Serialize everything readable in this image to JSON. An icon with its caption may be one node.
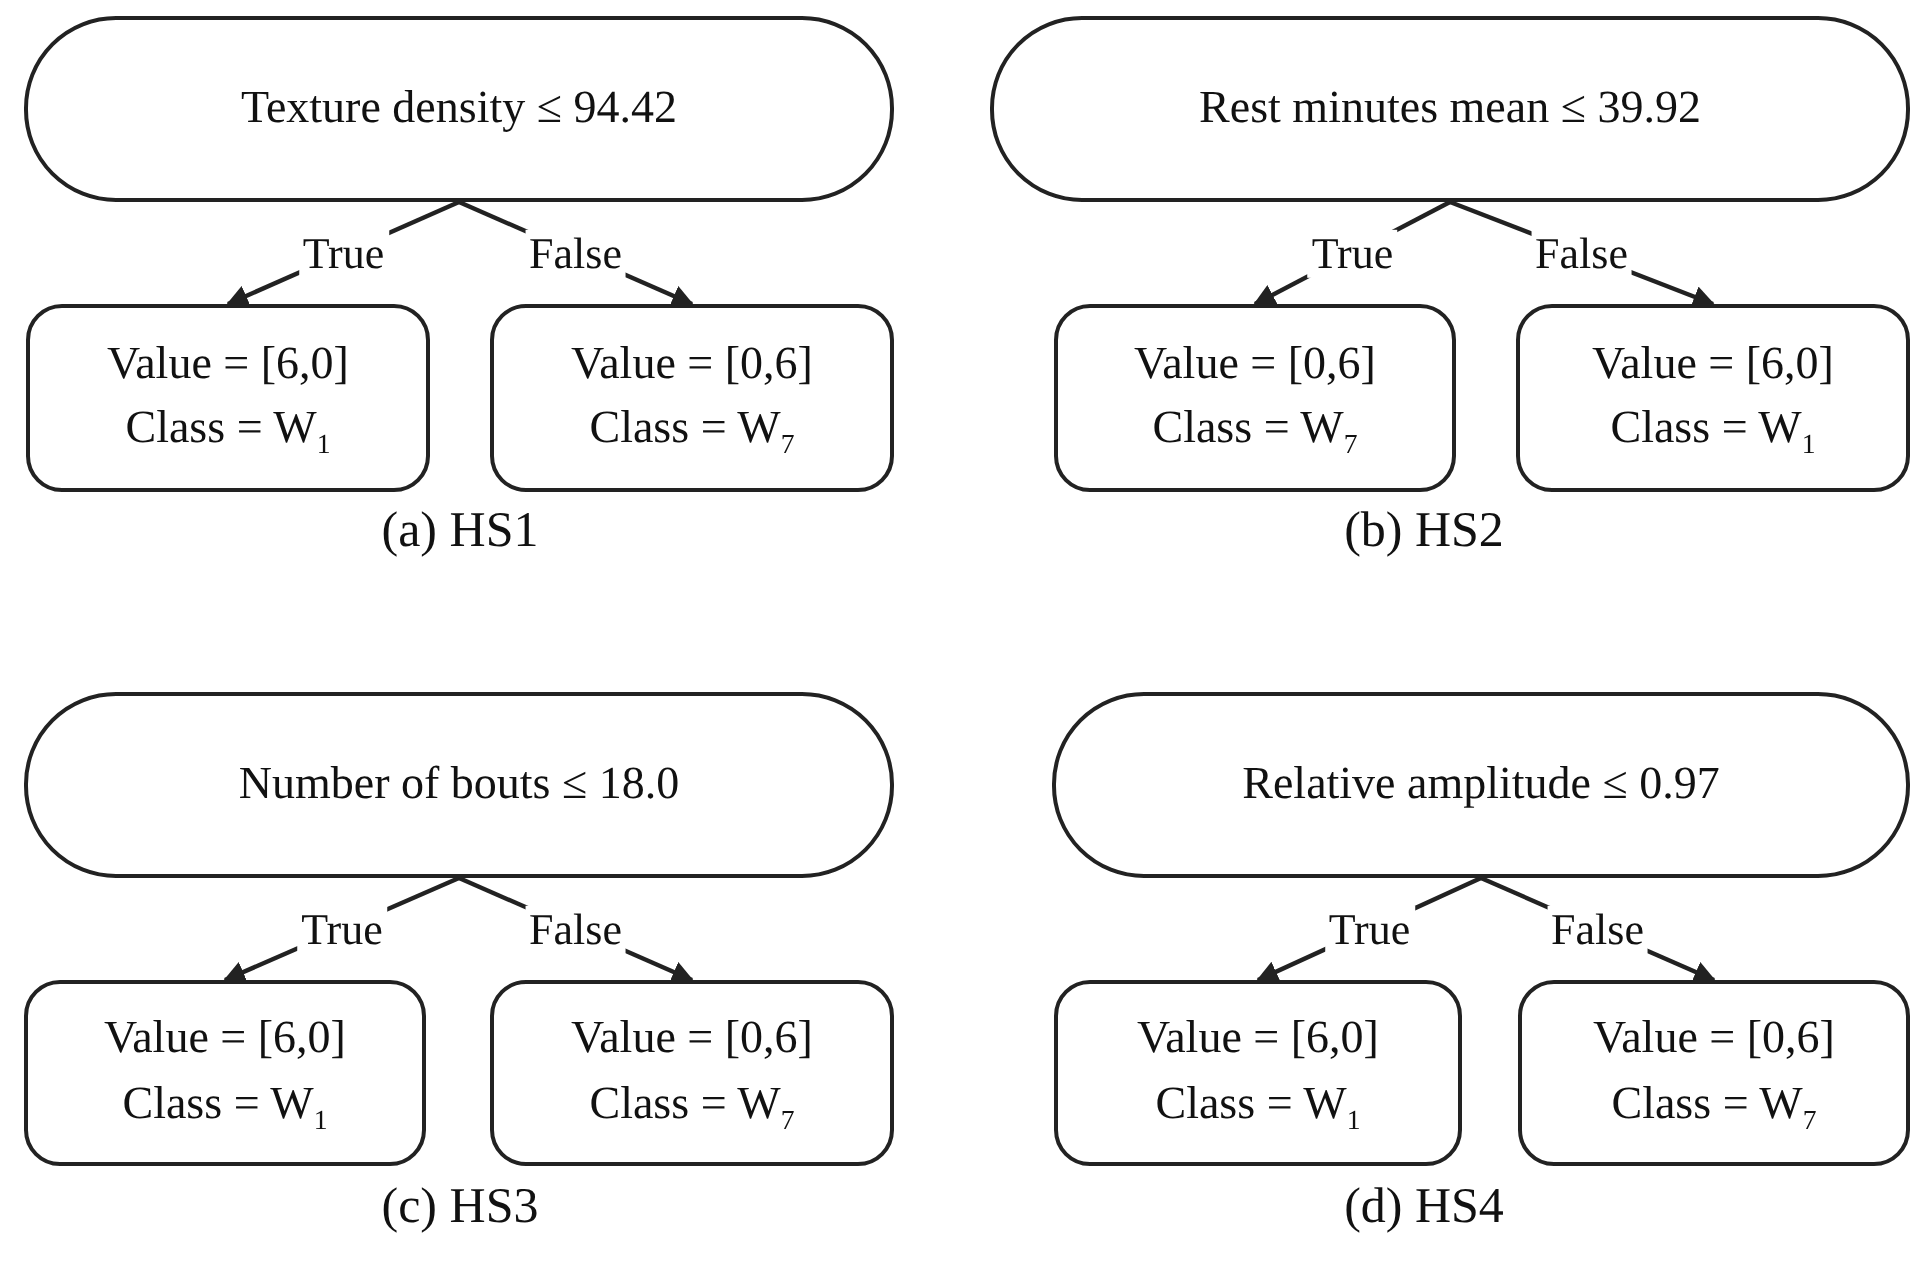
{
  "diagram": {
    "nodes": [
      {
        "text": [
          "Texture density ≤ 94.42"
        ]
      },
      {
        "text": [
          "Value = [6,0]",
          "Class = W$_{1}$"
        ]
      },
      {
        "text": [
          "Value = [0,6]",
          "Class = W$_{7}$"
        ]
      },
      {
        "text": [
          "Rest minutes mean ≤ 39.92"
        ]
      },
      {
        "text": [
          "Value = [0,6]",
          "Class = W$_{7}$"
        ]
      },
      {
        "text": [
          "Value = [6,0]",
          "Class = W$_{1}$"
        ]
      },
      {
        "text": [
          "Number of bouts ≤ 18.0"
        ]
      },
      {
        "text": [
          "Value = [6,0]",
          "Class = W$_{1}$"
        ]
      },
      {
        "text": [
          "Value = [0,6]",
          "Class = W$_{7}$"
        ]
      },
      {
        "text": [
          "Relative amplitude ≤ 0.97"
        ]
      },
      {
        "text": [
          "Value = [6,0]",
          "Class = W$_{1}$"
        ]
      },
      {
        "text": [
          "Value = [0,6]",
          "Class = W$_{7}$"
        ]
      }
    ],
    "edges": [
      {
        "from": 0,
        "to": 1,
        "arrow": "to",
        "label": "True"
      },
      {
        "from": 0,
        "to": 2,
        "arrow": "to",
        "label": "False"
      },
      {
        "from": 3,
        "to": 4,
        "arrow": "to",
        "label": "True"
      },
      {
        "from": 3,
        "to": 5,
        "arrow": "to",
        "label": "False"
      },
      {
        "from": 6,
        "to": 7,
        "arrow": "to",
        "label": "True"
      },
      {
        "from": 6,
        "to": 8,
        "arrow": "to",
        "label": "False"
      },
      {
        "from": 9,
        "to": 10,
        "arrow": "to",
        "label": "True"
      },
      {
        "from": 9,
        "to": 11,
        "arrow": "to",
        "label": "False"
      }
    ],
    "labels": [
      "(a) HS1",
      "(b) HS2",
      "(c) HS3",
      "(d) HS4"
    ]
  }
}
